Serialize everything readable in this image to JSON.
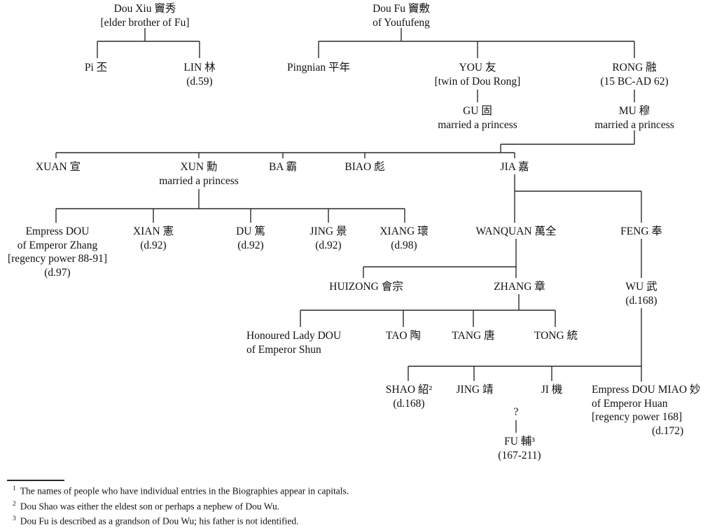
{
  "title": "Dou family genealogy chart",
  "colors": {
    "background": "#ffffff",
    "text": "#111111",
    "line": "#2a2a2a"
  },
  "nodes": {
    "dou_xiu": {
      "lines": [
        "Dou Xiu 竇秀",
        "[elder brother of Fu]"
      ]
    },
    "dou_fu_top": {
      "lines": [
        "Dou Fu 竇敷",
        "of Youfufeng"
      ]
    },
    "pi": {
      "lines": [
        "Pi 丕"
      ]
    },
    "lin": {
      "lines": [
        "LIN 林",
        "(d.59)"
      ]
    },
    "pingnian": {
      "lines": [
        "Pingnian 平年"
      ]
    },
    "you": {
      "lines": [
        "YOU 友",
        "[twin of Dou Rong]"
      ]
    },
    "rong": {
      "lines": [
        "RONG 融",
        "(15 BC-AD 62)"
      ]
    },
    "gu": {
      "lines": [
        "GU 固",
        "married a princess"
      ]
    },
    "mu": {
      "lines": [
        "MU 穆",
        "married a princess"
      ]
    },
    "xuan": {
      "lines": [
        "XUAN 宣"
      ]
    },
    "xun": {
      "lines": [
        "XUN 勳",
        "married a princess"
      ]
    },
    "ba": {
      "lines": [
        "BA 霸"
      ]
    },
    "biao": {
      "lines": [
        "BIAO 彪"
      ]
    },
    "jia": {
      "lines": [
        "JIA 嘉"
      ]
    },
    "empress_dou": {
      "lines": [
        "Empress DOU",
        "of Emperor Zhang",
        "[regency power 88-91]",
        "(d.97)"
      ]
    },
    "xian": {
      "lines": [
        "XIAN 憲",
        "(d.92)"
      ]
    },
    "du": {
      "lines": [
        "DU 篤",
        "(d.92)"
      ]
    },
    "jing_jing": {
      "lines": [
        "JING 景",
        "(d.92)"
      ]
    },
    "xiang": {
      "lines": [
        "XIANG 瓌",
        "(d.98)"
      ]
    },
    "wanquan": {
      "lines": [
        "WANQUAN 萬全"
      ]
    },
    "feng": {
      "lines": [
        "FENG 奉"
      ]
    },
    "huizong": {
      "lines": [
        "HUIZONG 會宗"
      ]
    },
    "zhang": {
      "lines": [
        "ZHANG 章"
      ]
    },
    "wu": {
      "lines": [
        "WU 武",
        "(d.168)"
      ]
    },
    "honoured_lady": {
      "lines": [
        "Honoured Lady DOU",
        "of Emperor Shun"
      ]
    },
    "tao": {
      "lines": [
        "TAO 陶"
      ]
    },
    "tang": {
      "lines": [
        "TANG 唐"
      ]
    },
    "tong": {
      "lines": [
        "TONG 統"
      ]
    },
    "shao": {
      "lines": [
        "SHAO 紹²",
        "(d.168)"
      ]
    },
    "jing_q": {
      "lines": [
        "JING 靖"
      ]
    },
    "ji": {
      "lines": [
        "JI 機"
      ]
    },
    "empress_miao": {
      "lines": [
        "Empress DOU MIAO 妙",
        "of Emperor Huan",
        "[regency power 168]",
        "(d.172)"
      ]
    },
    "unknown": {
      "lines": [
        "?"
      ]
    },
    "fu": {
      "lines": [
        "FU 輔³",
        "(167-211)"
      ]
    }
  },
  "footnotes": [
    {
      "marker": "1",
      "text": "The names of people who have individual entries in the Biographies appear in capitals."
    },
    {
      "marker": "2",
      "text": "Dou Shao was either the eldest son or perhaps a nephew of Dou Wu."
    },
    {
      "marker": "3",
      "text": "Dou Fu is described as a grandson of Dou Wu; his father is not identified."
    }
  ]
}
